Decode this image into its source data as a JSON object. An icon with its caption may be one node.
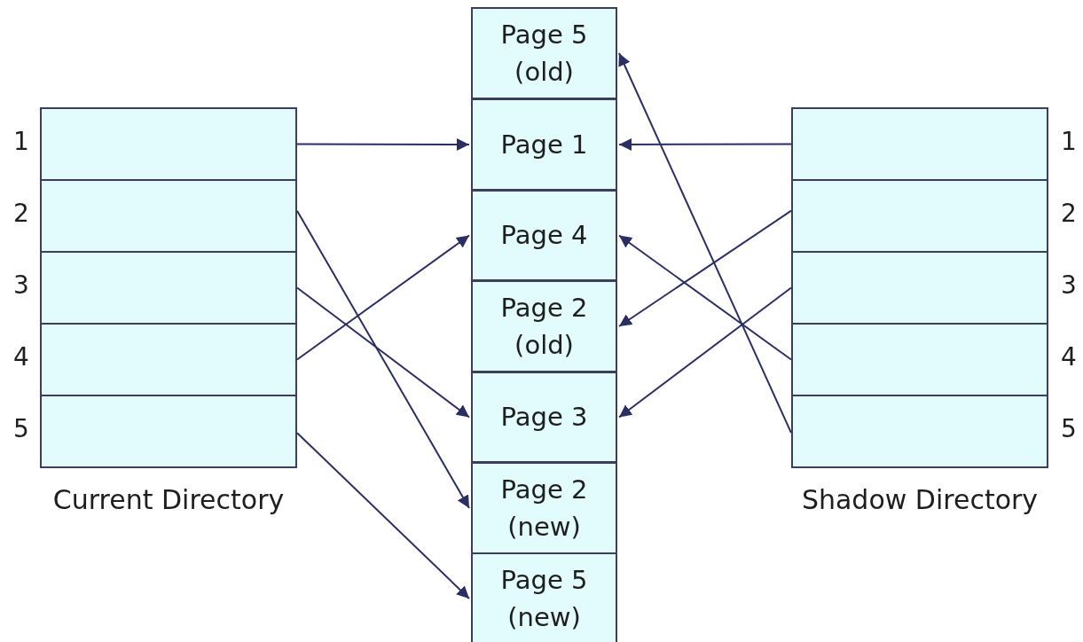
{
  "diagram": {
    "nodes": [
      {
        "text": [
          "Current Directory"
        ]
      },
      {
        "text": [],
        "shape": "box",
        "in": 0,
        "beside": [
          "1"
        ]
      },
      {
        "text": [],
        "shape": "box",
        "in": 0,
        "beside": [
          "2"
        ]
      },
      {
        "text": [],
        "shape": "box",
        "in": 0,
        "beside": [
          "3"
        ]
      },
      {
        "text": [],
        "shape": "box",
        "in": 0,
        "beside": [
          "4"
        ]
      },
      {
        "text": [],
        "shape": "box",
        "in": 0,
        "beside": [
          "5"
        ]
      },
      {
        "text": [
          "Page 5 (old)"
        ]
      },
      {
        "text": [
          "Page 1"
        ]
      },
      {
        "text": [
          "Page 4"
        ]
      },
      {
        "text": [
          "Page 2 (old)"
        ]
      },
      {
        "text": [
          "Page 3"
        ]
      },
      {
        "text": [
          "Page 2 (new)"
        ]
      },
      {
        "text": [
          "Page 5 (new)"
        ]
      },
      {
        "text": [
          "Shadow Directory"
        ]
      },
      {
        "text": [],
        "shape": "box",
        "in": 13,
        "beside": [
          "1"
        ]
      },
      {
        "text": [],
        "shape": "box",
        "in": 13,
        "beside": [
          "2"
        ]
      },
      {
        "text": [],
        "shape": "box",
        "in": 13,
        "beside": [
          "3"
        ]
      },
      {
        "text": [],
        "shape": "box",
        "in": 13,
        "beside": [
          "4"
        ]
      },
      {
        "text": [],
        "shape": "box",
        "in": 13,
        "beside": [
          "5"
        ]
      }
    ],
    "edges": [
      {
        "from": 1,
        "to": 7,
        "arrow": "to"
      },
      {
        "from": 2,
        "to": 11,
        "arrow": "to"
      },
      {
        "from": 3,
        "to": 10,
        "arrow": "to"
      },
      {
        "from": 4,
        "to": 8,
        "arrow": "to"
      },
      {
        "from": 5,
        "to": 12,
        "arrow": "to"
      },
      {
        "from": 14,
        "to": 7,
        "arrow": "to"
      },
      {
        "from": 15,
        "to": 9,
        "arrow": "to"
      },
      {
        "from": 16,
        "to": 10,
        "arrow": "to"
      },
      {
        "from": 17,
        "to": 8,
        "arrow": "to"
      },
      {
        "from": 18,
        "to": 6,
        "arrow": "to"
      }
    ]
  }
}
